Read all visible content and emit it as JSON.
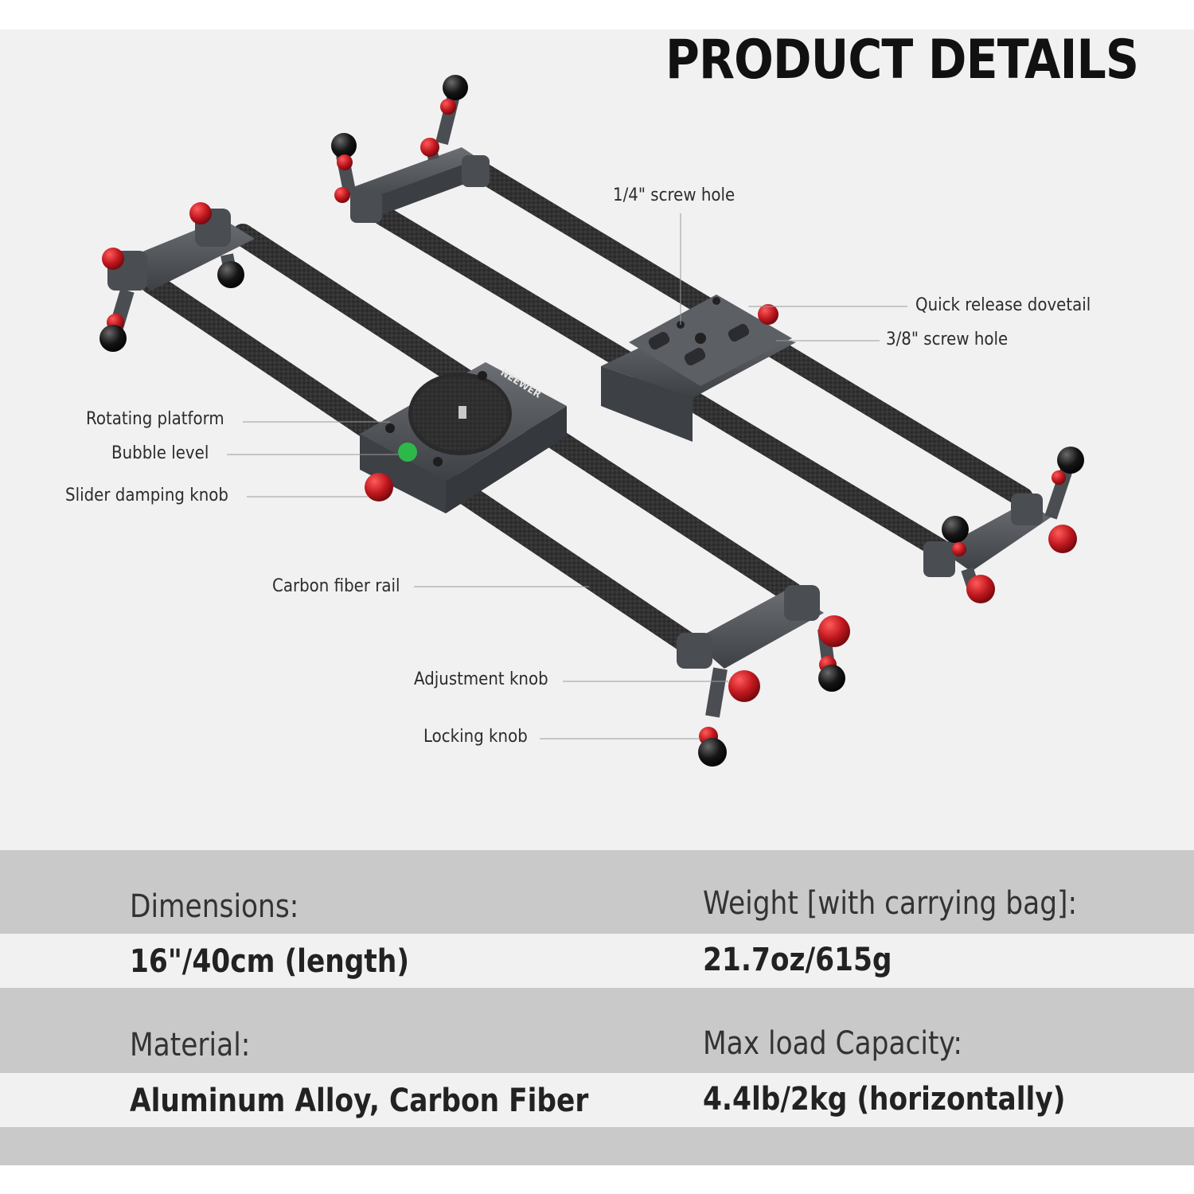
{
  "title": "PRODUCT DETAILS",
  "brand_mark": "NEEWER",
  "callouts": {
    "screw_14": "1/4\" screw hole",
    "dovetail": "Quick release dovetail",
    "screw_38": "3/8\" screw hole",
    "rotating": "Rotating platform",
    "bubble": "Bubble level",
    "damping": "Slider damping knob",
    "rail": "Carbon fiber rail",
    "adjust": "Adjustment knob",
    "locking": "Locking knob"
  },
  "specs": {
    "dimensions_label": "Dimensions:",
    "dimensions_value": "16\"/40cm (length)",
    "weight_label": "Weight [with carrying bag]:",
    "weight_value": "21.7oz/615g",
    "material_label": "Material:",
    "material_value": "Aluminum Alloy, Carbon Fiber",
    "load_label": "Max load Capacity:",
    "load_value": "4.4lb/2kg (horizontally)"
  },
  "colors": {
    "background": "#f1f1f1",
    "accent_red": "#c0181f",
    "rail": "#2a2a2a",
    "metal": "#4a4d52",
    "spec_band": "#c9c9c9"
  }
}
